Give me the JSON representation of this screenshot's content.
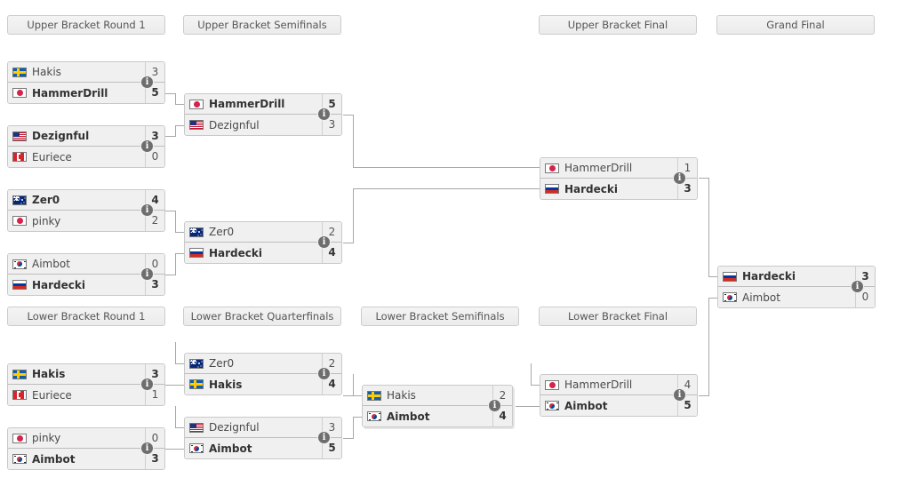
{
  "tournament": {
    "info_badge_glyph": "i",
    "colors": {
      "box_bg": "#f0f0f0",
      "box_border": "#c9c9c9",
      "header_bg": "#f1f1f1",
      "line": "#a8a8a8",
      "text": "#4a4a4a",
      "badge": "#6e6e6e"
    }
  },
  "rounds": [
    {
      "id": "ubr1",
      "label": "Upper Bracket Round 1"
    },
    {
      "id": "ubsf",
      "label": "Upper Bracket Semifinals"
    },
    {
      "id": "ubf",
      "label": "Upper Bracket Final"
    },
    {
      "id": "gf",
      "label": "Grand Final"
    },
    {
      "id": "lbr1",
      "label": "Lower Bracket Round 1"
    },
    {
      "id": "lbqf",
      "label": "Lower Bracket Quarterfinals"
    },
    {
      "id": "lbsf",
      "label": "Lower Bracket Semifinals"
    },
    {
      "id": "lbf",
      "label": "Lower Bracket Final"
    }
  ],
  "matches": [
    {
      "id": "ubr1-m1",
      "round": "ubr1",
      "top": {
        "name": "Hakis",
        "flag": "se",
        "score": "3",
        "winner": false
      },
      "bottom": {
        "name": "HammerDrill",
        "flag": "jp",
        "score": "5",
        "winner": true
      }
    },
    {
      "id": "ubr1-m2",
      "round": "ubr1",
      "top": {
        "name": "Dezignful",
        "flag": "us",
        "score": "3",
        "winner": true
      },
      "bottom": {
        "name": "Euriece",
        "flag": "ca",
        "score": "0",
        "winner": false
      }
    },
    {
      "id": "ubr1-m3",
      "round": "ubr1",
      "top": {
        "name": "Zer0",
        "flag": "au",
        "score": "4",
        "winner": true
      },
      "bottom": {
        "name": "pinky",
        "flag": "jp",
        "score": "2",
        "winner": false
      }
    },
    {
      "id": "ubr1-m4",
      "round": "ubr1",
      "top": {
        "name": "Aimbot",
        "flag": "kr",
        "score": "0",
        "winner": false
      },
      "bottom": {
        "name": "Hardecki",
        "flag": "ru",
        "score": "3",
        "winner": true
      }
    },
    {
      "id": "ubsf-m1",
      "round": "ubsf",
      "top": {
        "name": "HammerDrill",
        "flag": "jp",
        "score": "5",
        "winner": true
      },
      "bottom": {
        "name": "Dezignful",
        "flag": "us",
        "score": "3",
        "winner": false
      }
    },
    {
      "id": "ubsf-m2",
      "round": "ubsf",
      "top": {
        "name": "Zer0",
        "flag": "au",
        "score": "2",
        "winner": false
      },
      "bottom": {
        "name": "Hardecki",
        "flag": "ru",
        "score": "4",
        "winner": true
      }
    },
    {
      "id": "ubf-m1",
      "round": "ubf",
      "top": {
        "name": "HammerDrill",
        "flag": "jp",
        "score": "1",
        "winner": false
      },
      "bottom": {
        "name": "Hardecki",
        "flag": "ru",
        "score": "3",
        "winner": true
      }
    },
    {
      "id": "gf-m1",
      "round": "gf",
      "top": {
        "name": "Hardecki",
        "flag": "ru",
        "score": "3",
        "winner": true
      },
      "bottom": {
        "name": "Aimbot",
        "flag": "kr",
        "score": "0",
        "winner": false
      }
    },
    {
      "id": "lbr1-m1",
      "round": "lbr1",
      "top": {
        "name": "Hakis",
        "flag": "se",
        "score": "3",
        "winner": true
      },
      "bottom": {
        "name": "Euriece",
        "flag": "ca",
        "score": "1",
        "winner": false
      }
    },
    {
      "id": "lbr1-m2",
      "round": "lbr1",
      "top": {
        "name": "pinky",
        "flag": "jp",
        "score": "0",
        "winner": false
      },
      "bottom": {
        "name": "Aimbot",
        "flag": "kr",
        "score": "3",
        "winner": true
      }
    },
    {
      "id": "lbqf-m1",
      "round": "lbqf",
      "top": {
        "name": "Zer0",
        "flag": "au",
        "score": "2",
        "winner": false
      },
      "bottom": {
        "name": "Hakis",
        "flag": "se",
        "score": "4",
        "winner": true
      }
    },
    {
      "id": "lbqf-m2",
      "round": "lbqf",
      "top": {
        "name": "Dezignful",
        "flag": "us",
        "score": "3",
        "winner": false
      },
      "bottom": {
        "name": "Aimbot",
        "flag": "kr",
        "score": "5",
        "winner": true
      }
    },
    {
      "id": "lbsf-m1",
      "round": "lbsf",
      "top": {
        "name": "Hakis",
        "flag": "se",
        "score": "2",
        "winner": false
      },
      "bottom": {
        "name": "Aimbot",
        "flag": "kr",
        "score": "4",
        "winner": true
      }
    },
    {
      "id": "lbf-m1",
      "round": "lbf",
      "top": {
        "name": "HammerDrill",
        "flag": "jp",
        "score": "4",
        "winner": false
      },
      "bottom": {
        "name": "Aimbot",
        "flag": "kr",
        "score": "5",
        "winner": true
      }
    }
  ]
}
